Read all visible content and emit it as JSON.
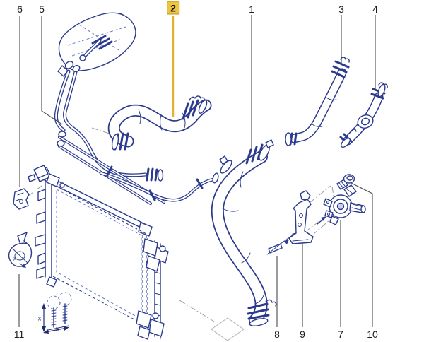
{
  "diagram_title": "cooling-system-parts-diagram",
  "colors": {
    "diagram_blue": "#2b3a8e",
    "diagram_blue_light": "#c9d3ee",
    "highlight_box_fill": "#efc53f",
    "highlight_box_border": "#bc8f23",
    "highlight_leader": "#e2b32e",
    "leader_gray": "#4a4a4a",
    "construction_gray": "#9a9aa4",
    "label_text": "#1d1d1d",
    "background": "#ffffff"
  },
  "callouts": {
    "c1": {
      "label": "1",
      "highlighted": false
    },
    "c2": {
      "label": "2",
      "highlighted": true
    },
    "c3": {
      "label": "3",
      "highlighted": false
    },
    "c4": {
      "label": "4",
      "highlighted": false
    },
    "c5": {
      "label": "5",
      "highlighted": false
    },
    "c6": {
      "label": "6",
      "highlighted": false
    },
    "c7": {
      "label": "7",
      "highlighted": false
    },
    "c8": {
      "label": "8",
      "highlighted": false
    },
    "c9": {
      "label": "9",
      "highlighted": false
    },
    "c10": {
      "label": "10",
      "highlighted": false
    },
    "c11": {
      "label": "11",
      "highlighted": false
    }
  },
  "annotations": {
    "funnel_x": "x",
    "inset_x_vertical": "x",
    "inset_x_horizontal": "x"
  }
}
